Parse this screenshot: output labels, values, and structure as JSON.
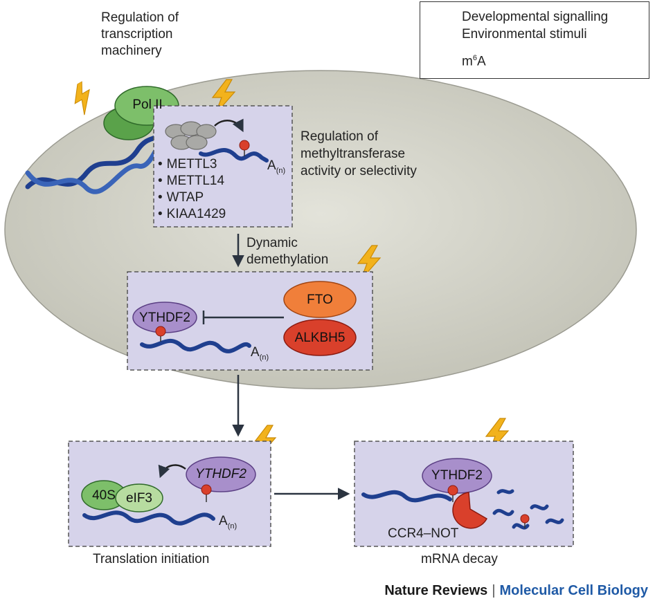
{
  "legend": {
    "signal_line1": "Developmental signalling",
    "signal_line2": "Environmental stimuli",
    "mark_label": "m",
    "mark_sup": "6",
    "mark_suffix": "A"
  },
  "labels": {
    "transcription_line1": "Regulation of",
    "transcription_line2": "transcription",
    "transcription_line3": "machinery",
    "mtase_line1": "Regulation of",
    "mtase_line2": "methyltransferase",
    "mtase_line3": "activity or selectivity",
    "demeth_line1": "Dynamic",
    "demeth_line2": "demethylation",
    "translation": "Translation initiation",
    "decay": "mRNA decay"
  },
  "proteins": {
    "pol2": "Pol II",
    "fto": "FTO",
    "alkbh5": "ALKBH5",
    "ythdf2": "YTHDF2",
    "ythdf2_translation": "YTHDF2",
    "ythdf2_decay": "YTHDF2",
    "ribo40s": "40S",
    "eif3": "eIF3",
    "ccr4not": "CCR4–NOT"
  },
  "writers": [
    "METTL3",
    "METTL14",
    "WTAP",
    "KIAA1429"
  ],
  "polya": {
    "base": "A",
    "sub": "(n)"
  },
  "footer": {
    "journal": "Nature Reviews",
    "separator": "|",
    "section": "Molecular Cell Biology"
  },
  "colors": {
    "cell": "#cdcdc2",
    "box_fill": "#d6d3ea",
    "dna": "#1f3f8f",
    "green": "#7dbf6a",
    "green_light": "#b7dca0",
    "orange": "#f07f3a",
    "red": "#d9402b",
    "purple": "#a88fcb",
    "bolt": "#f2b21c",
    "arrow": "#2b3440"
  }
}
